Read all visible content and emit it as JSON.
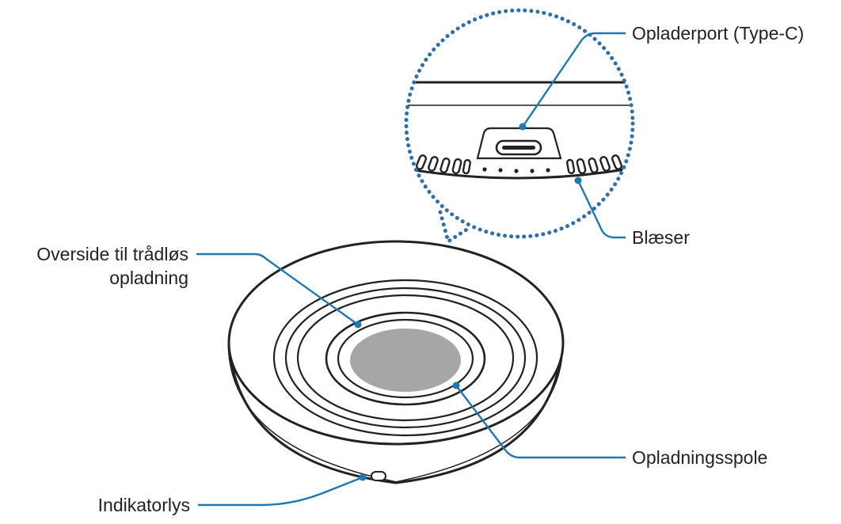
{
  "labels": {
    "charger_port": "Opladerport (Type-C)",
    "fan": "Blæser",
    "wireless_surface_line1": "Overside til trådløs",
    "wireless_surface_line2": "opladning",
    "charging_coil": "Opladningsspole",
    "indicator_light": "Indikatorlys"
  },
  "colors": {
    "leader": "#1f77b4",
    "outline": "#222222",
    "coil": "#a6a6a6",
    "magnifier_dots": "#2f6fa6"
  }
}
